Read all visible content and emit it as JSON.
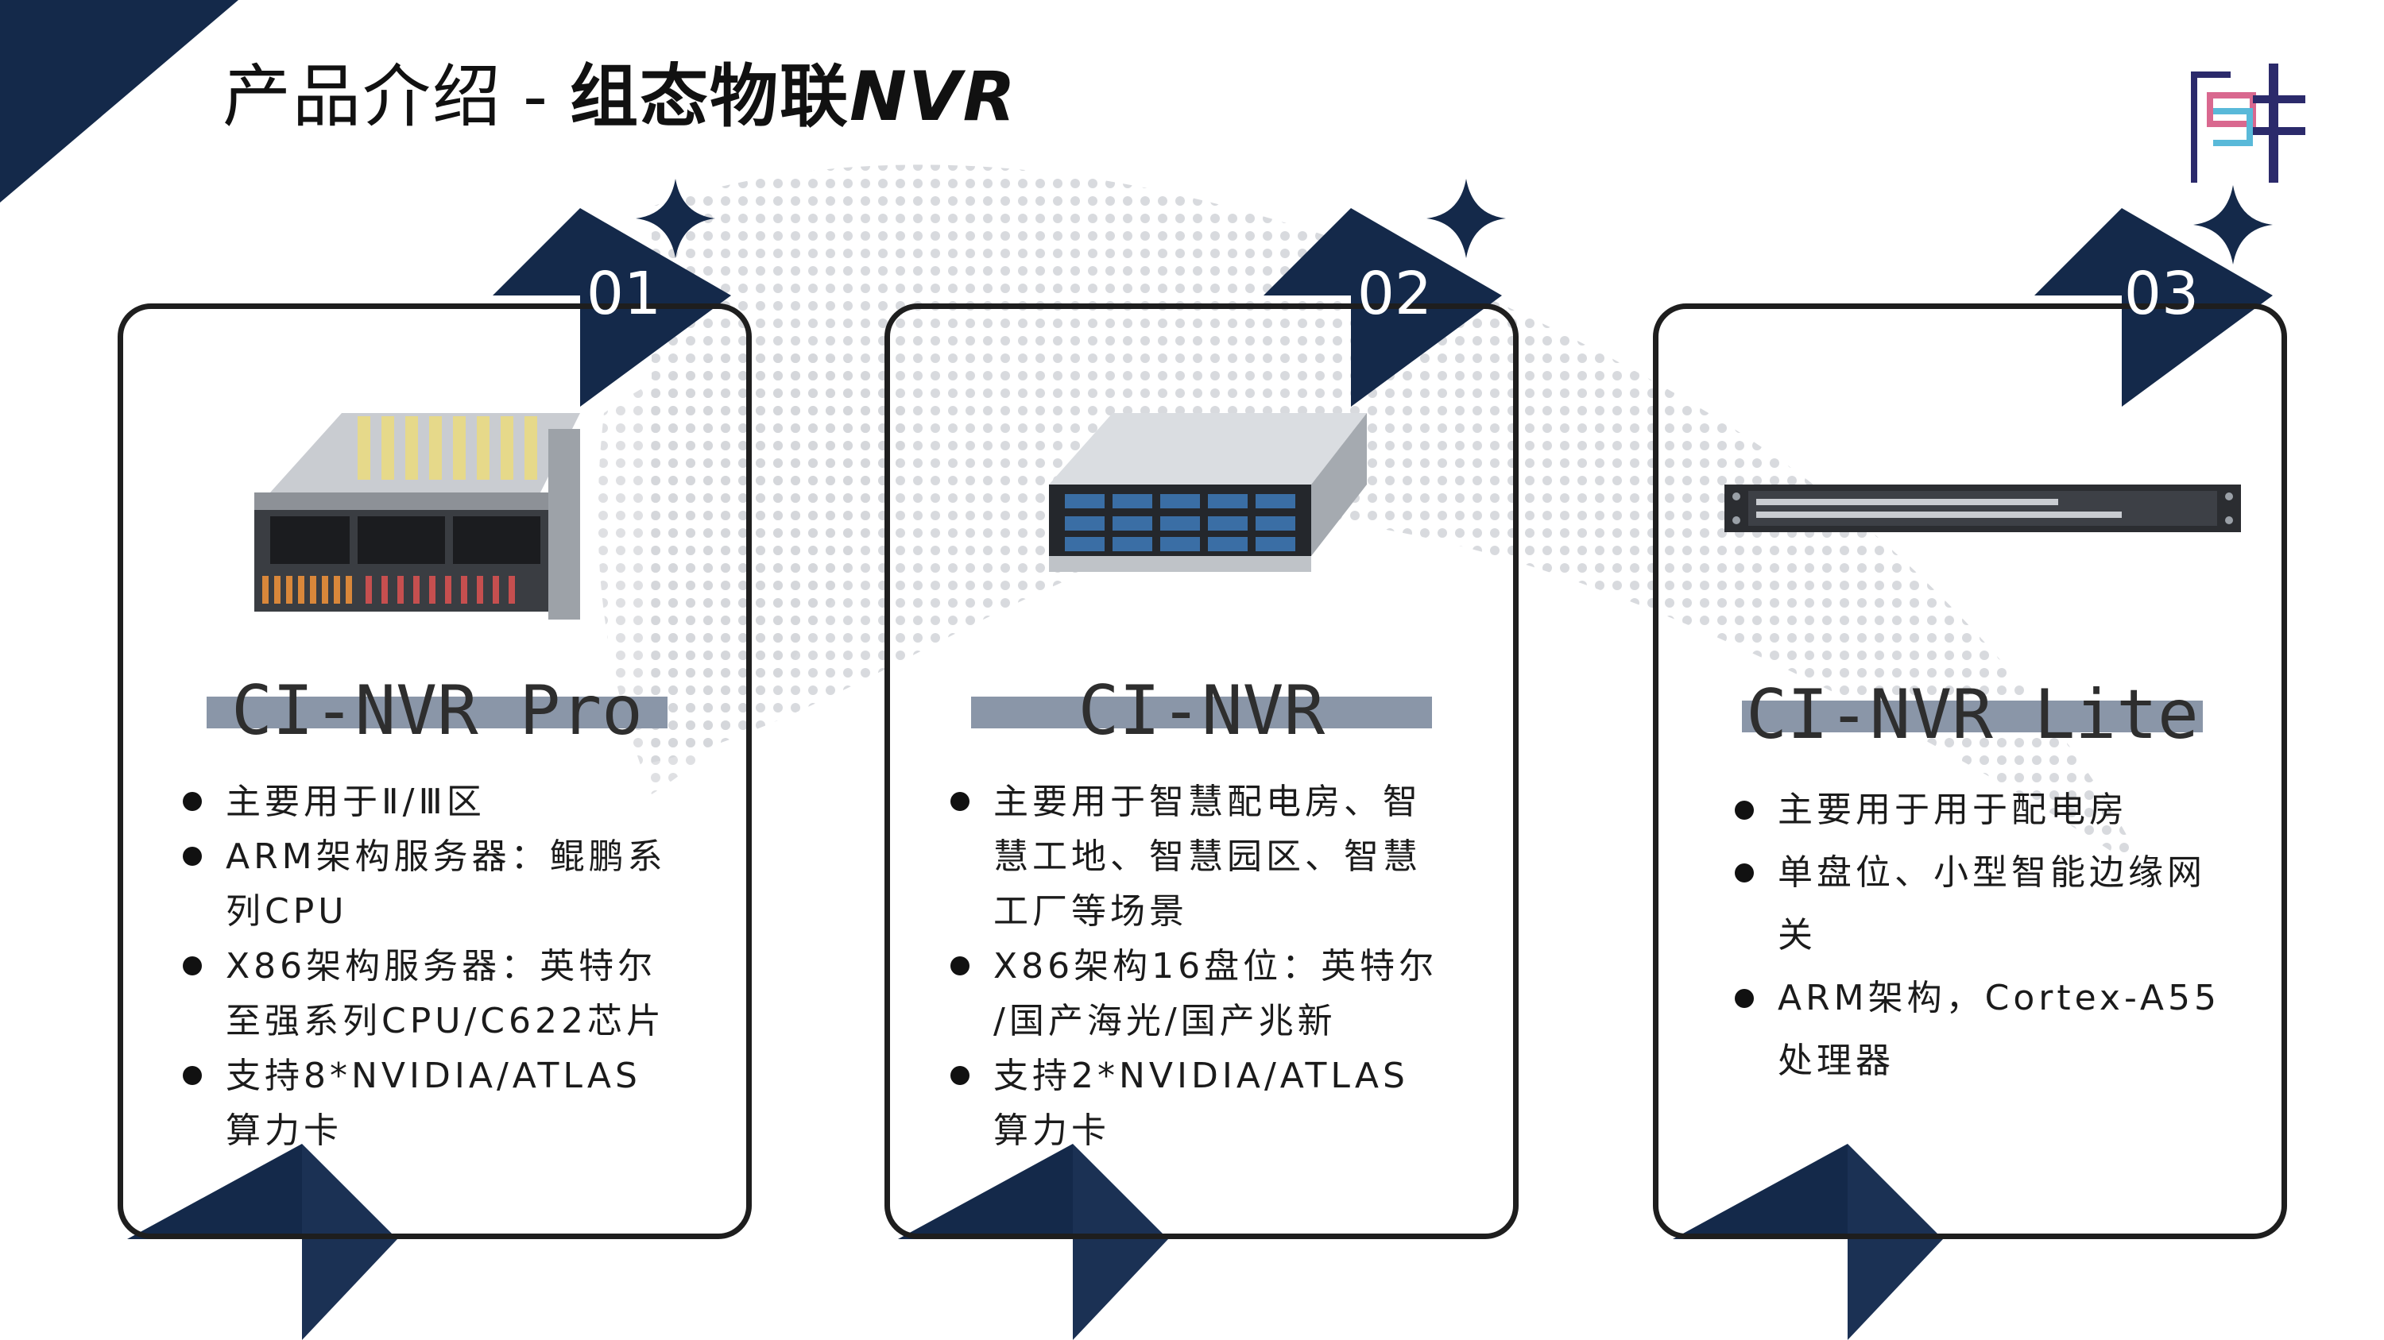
{
  "header": {
    "title_light": "产品介绍",
    "separator": "-",
    "title_bold": "组态物联",
    "title_latin": "NVR"
  },
  "logo": {
    "icon": "brand-logo-icon"
  },
  "colors": {
    "navy": "#14294a",
    "bar": "#8a96a8",
    "border": "#1e1e1e"
  },
  "cards": [
    {
      "number": "01",
      "name": "CI-NVR Pro",
      "image_icon": "gpu-server-4u-icon",
      "bullets": [
        "主要用于Ⅱ/Ⅲ区",
        "ARM架构服务器：鲲鹏系列CPU",
        "X86架构服务器：英特尔至强系列CPU/C622芯片",
        "支持8*NVIDIA/ATLAS算力卡"
      ],
      "lines": [
        [
          "主要用于Ⅱ/Ⅲ区"
        ],
        [
          "ARM架构服务器：鲲鹏系",
          "列CPU"
        ],
        [
          "X86架构服务器：英特尔",
          "至强系列CPU/C622芯片"
        ],
        [
          "支持8*NVIDIA/ATLAS",
          "算力卡"
        ]
      ]
    },
    {
      "number": "02",
      "name": "CI-NVR",
      "image_icon": "storage-server-2u-icon",
      "bullets": [
        "主要用于智慧配电房、智慧工地、智慧园区、智慧工厂等场景",
        "X86架构16盘位：英特尔/国产海光/国产兆新",
        "支持2*NVIDIA/ATLAS算力卡"
      ],
      "lines": [
        [
          "主要用于智慧配电房、智",
          "慧工地、智慧园区、智慧",
          "工厂等场景"
        ],
        [
          "X86架构16盘位：英特尔",
          "/国产海光/国产兆新"
        ],
        [
          "支持2*NVIDIA/ATLAS",
          "算力卡"
        ]
      ]
    },
    {
      "number": "03",
      "name": "CI-NVR Lite",
      "image_icon": "rack-appliance-1u-icon",
      "bullets": [
        "主要用于用于配电房",
        "单盘位、小型智能边缘网关",
        "ARM架构，Cortex-A55处理器"
      ],
      "lines": [
        [
          "主要用于用于配电房"
        ],
        [
          "单盘位、小型智能边缘网",
          "关"
        ],
        [
          "ARM架构，Cortex-A55",
          "处理器"
        ]
      ]
    }
  ]
}
